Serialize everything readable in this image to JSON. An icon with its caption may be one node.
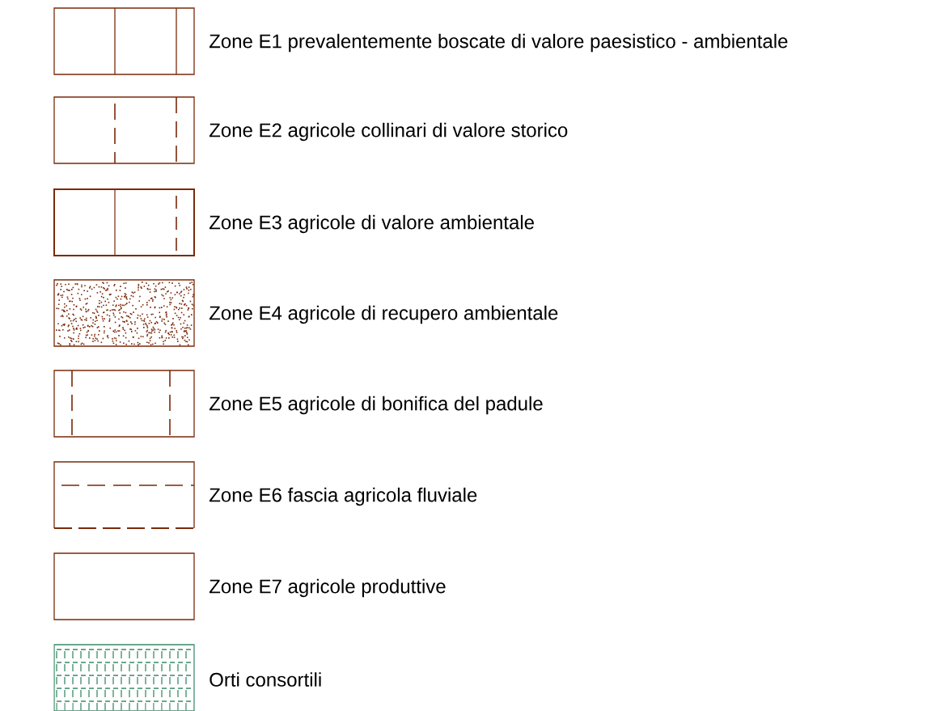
{
  "diagram": {
    "legend": [
      {
        "text": "Zone E1 prevalentemente boscate di valore paesistico - ambientale"
      },
      {
        "text": "Zone E2 agricole collinari di valore storico"
      },
      {
        "text": "Zone E3 agricole di valore ambientale"
      },
      {
        "text": "Zone E4 agricole di recupero ambientale"
      },
      {
        "text": "Zone E5 agricole  di bonifica del padule"
      },
      {
        "text": "Zone E6 fascia agricola fluviale"
      },
      {
        "text": "Zone E7 agricole produttive"
      },
      {
        "text": "Orti consortili"
      }
    ]
  }
}
